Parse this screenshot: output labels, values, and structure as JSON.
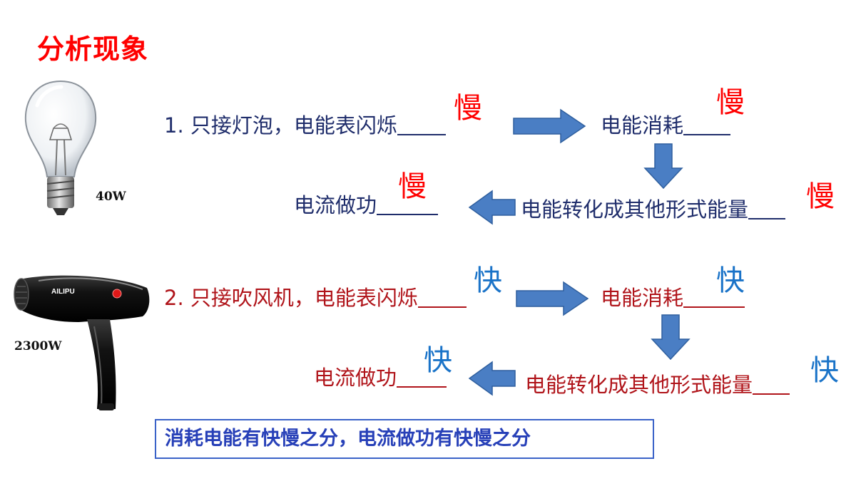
{
  "title": "分析现象",
  "case1": {
    "power_label": "40W",
    "step1": "1. 只接灯泡，电能表闪烁",
    "step2": "电能消耗",
    "step3": "电能转化成其他形式能量",
    "step4": "电流做功",
    "answers": [
      "慢",
      "慢",
      "慢",
      "慢"
    ]
  },
  "case2": {
    "power_label": "2300W",
    "brand": "AILIPU",
    "step1": "2. 只接吹风机，电能表闪烁",
    "step2": "电能消耗",
    "step3": "电能转化成其他形式能量",
    "step4": "电流做功",
    "answers": [
      "快",
      "快",
      "快",
      "快"
    ]
  },
  "summary": "消耗电能有快慢之分，电流做功有快慢之分",
  "colors": {
    "title": "#ff0000",
    "case1_text": "#1f2d6b",
    "case2_text": "#b0141a",
    "answer_slow": "#ff0000",
    "answer_fast": "#1a73c8",
    "arrow_fill": "#4a7ec4",
    "summary_text": "#2740b8",
    "summary_border": "#3a62c8"
  },
  "icons": {
    "case1_device": "light-bulb-icon",
    "case2_device": "hair-dryer-icon"
  }
}
